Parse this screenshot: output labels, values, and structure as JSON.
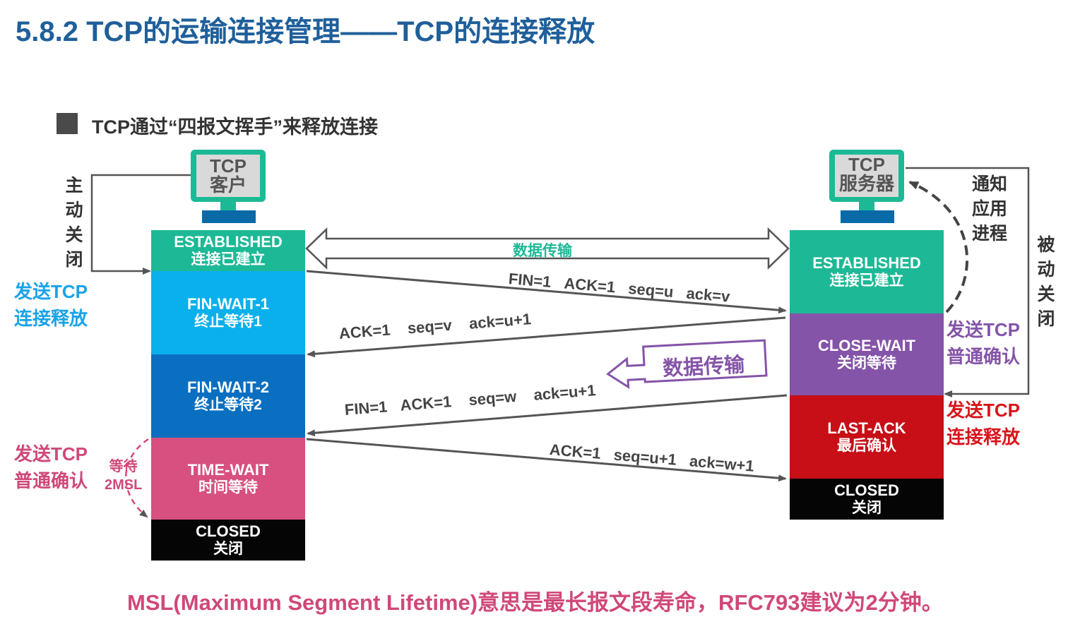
{
  "title": "5.8.2 TCP的运输连接管理——TCP的连接释放",
  "subtitle": "TCP通过“四报文挥手”来释放连接",
  "client": {
    "label_line1": "TCP",
    "label_line2": "客户",
    "states": [
      {
        "en": "ESTABLISHED",
        "zh": "连接已建立",
        "color": "#1db996"
      },
      {
        "en": "FIN-WAIT-1",
        "zh": "终止等待1",
        "color": "#0ab0ec"
      },
      {
        "en": "FIN-WAIT-2",
        "zh": "终止等待2",
        "color": "#0a6fc0"
      },
      {
        "en": "TIME-WAIT",
        "zh": "时间等待",
        "color": "#d7507f"
      },
      {
        "en": "CLOSED",
        "zh": "关闭",
        "color": "#050505"
      }
    ],
    "active_close": [
      "主",
      "动",
      "关",
      "闭"
    ],
    "send_release_1": "发送TCP",
    "send_release_2": "连接释放",
    "send_ack_1": "发送TCP",
    "send_ack_2": "普通确认",
    "wait_1": "等待",
    "wait_2": "2MSL"
  },
  "server": {
    "label_line1": "TCP",
    "label_line2": "服务器",
    "states": [
      {
        "en": "ESTABLISHED",
        "zh": "连接已建立",
        "color": "#1db996"
      },
      {
        "en": "CLOSE-WAIT",
        "zh": "关闭等待",
        "color": "#8454a8"
      },
      {
        "en": "LAST-ACK",
        "zh": "最后确认",
        "color": "#c80e16"
      },
      {
        "en": "CLOSED",
        "zh": "关闭",
        "color": "#050505"
      }
    ],
    "notify": [
      "通知",
      "应用",
      "进程"
    ],
    "passive_close": [
      "被",
      "动",
      "关",
      "闭"
    ],
    "send_ack_1": "发送TCP",
    "send_ack_2": "普通确认",
    "send_release_1": "发送TCP",
    "send_release_2": "连接释放"
  },
  "messages": {
    "data_transfer": "数据传输",
    "data_transfer_2": "数据传输",
    "m1": {
      "fin": "FIN=1",
      "ack": "ACK=1",
      "seq": "seq=u",
      "ackn": "ack=v"
    },
    "m2": {
      "ack": "ACK=1",
      "seq": "seq=v",
      "ackn": "ack=u+1"
    },
    "m3": {
      "fin": "FIN=1",
      "ack": "ACK=1",
      "seq": "seq=w",
      "ackn": "ack=u+1"
    },
    "m4": {
      "ack": "ACK=1",
      "seq": "seq=u+1",
      "ackn": "ack=w+1"
    }
  },
  "footer": "MSL(Maximum Segment Lifetime)意思是最长报文段寿命，RFC793建议为2分钟。",
  "colors": {
    "title": "#1f5f9a",
    "blue_label": "#1aa3e8",
    "pink_label": "#d0487a",
    "purple_label": "#8454a8",
    "red_label": "#d9141c",
    "computer": "#1db996"
  }
}
